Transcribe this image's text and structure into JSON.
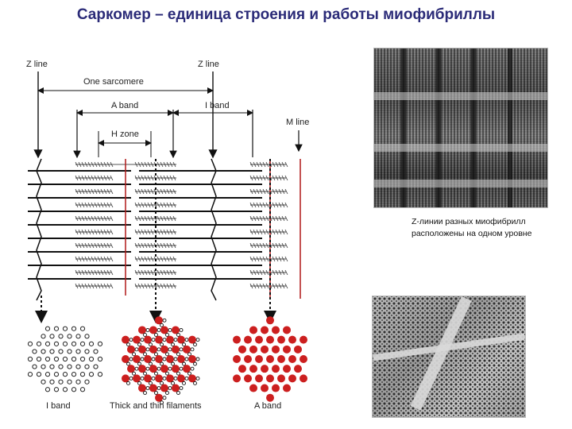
{
  "title": "Саркомер – единица строения и работы миофибриллы",
  "labels": {
    "z_line_left": "Z line",
    "z_line_right": "Z line",
    "one_sarcomere": "One sarcomere",
    "a_band": "A band",
    "i_band_top": "I band",
    "h_zone": "H zone",
    "m_line": "M line",
    "i_band_bottom": "I band",
    "thick_thin": "Thick and thin filaments",
    "a_band_bottom": "A band"
  },
  "caption": {
    "line1": "Z-линии разных миофибрилл",
    "line2": "расположены на одном уровне"
  },
  "colors": {
    "title": "#2b2b78",
    "thick_filament": "#cc1f1f",
    "thin_filament": "#111111",
    "m_line": "#b01818"
  }
}
